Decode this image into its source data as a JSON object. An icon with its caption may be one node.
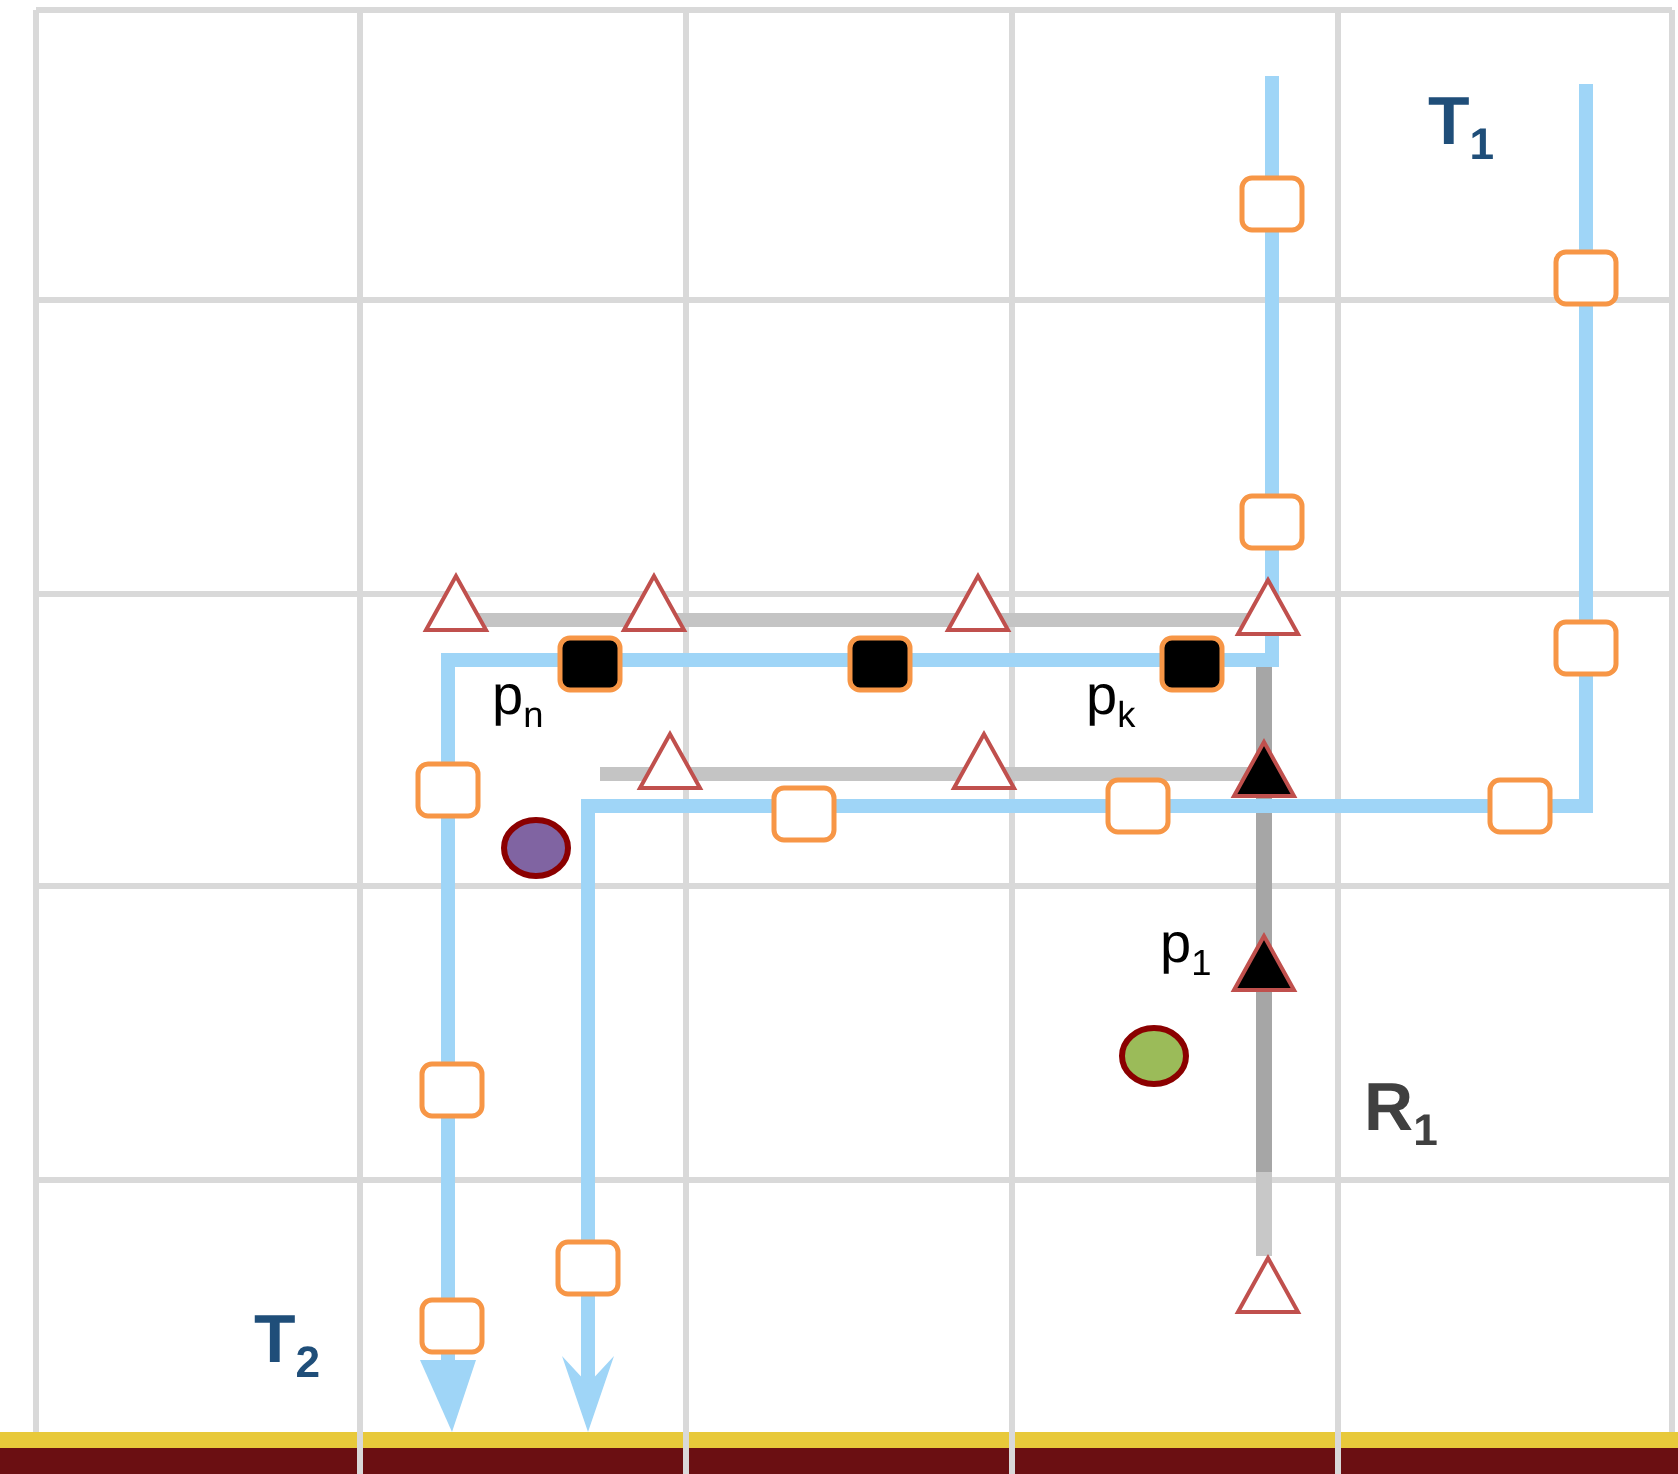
{
  "diagram": {
    "labels": [
      "T$_{1}$",
      "p$_{n}$",
      "p$_{k}$",
      "p$_{1}$",
      "R$_{1}$",
      "T$_{2}$"
    ]
  }
}
